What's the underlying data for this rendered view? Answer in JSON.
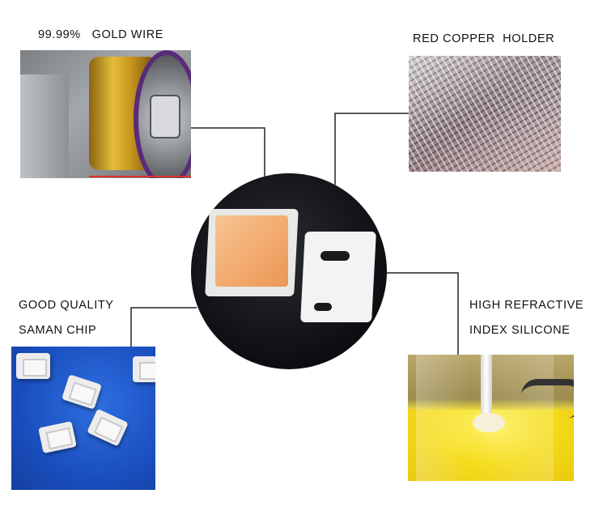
{
  "labels": {
    "gold_wire": "99.99%   GOLD WIRE",
    "copper_holder": "RED COPPER  HOLDER",
    "chip_line1": "GOOD QUALITY",
    "chip_line2": "SAMAN CHIP",
    "silicone_line1": "HIGH REFRACTIVE",
    "silicone_line2": "INDEX SILICONE"
  },
  "colors": {
    "connector": "#222222",
    "label_text": "#111111",
    "led_phosphor": "#f4b37a"
  }
}
